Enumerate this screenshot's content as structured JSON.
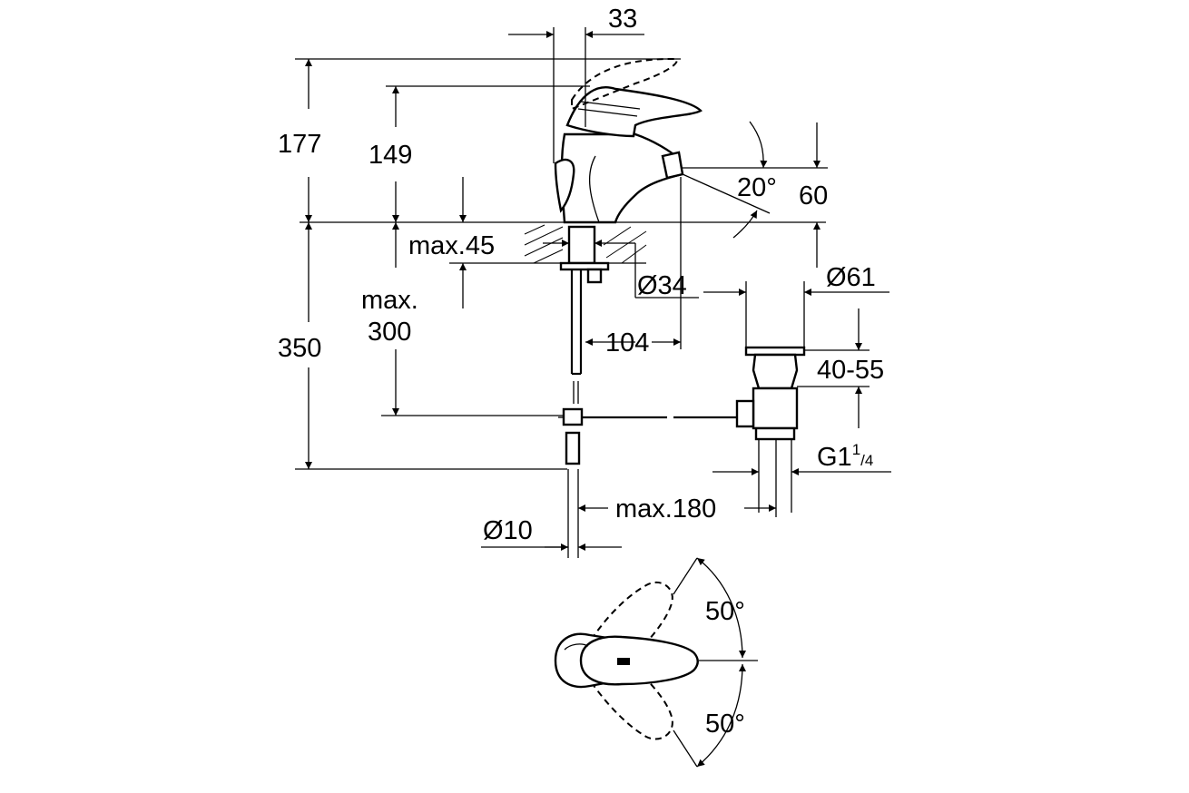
{
  "dimensions": {
    "d33": "33",
    "d177": "177",
    "d149": "149",
    "d20deg": "20°",
    "d60": "60",
    "dmax45": "max.45",
    "dmax300_line1": "max.",
    "dmax300_line2": "300",
    "d34": "Ø34",
    "d61": "Ø61",
    "d350": "350",
    "d104": "104",
    "d4055": "40-55",
    "g_main": "G1",
    "g_num": "1",
    "g_den": "/4",
    "dmax180": "max.180",
    "d10": "Ø10",
    "d50_top": "50°",
    "d50_bottom": "50°"
  }
}
